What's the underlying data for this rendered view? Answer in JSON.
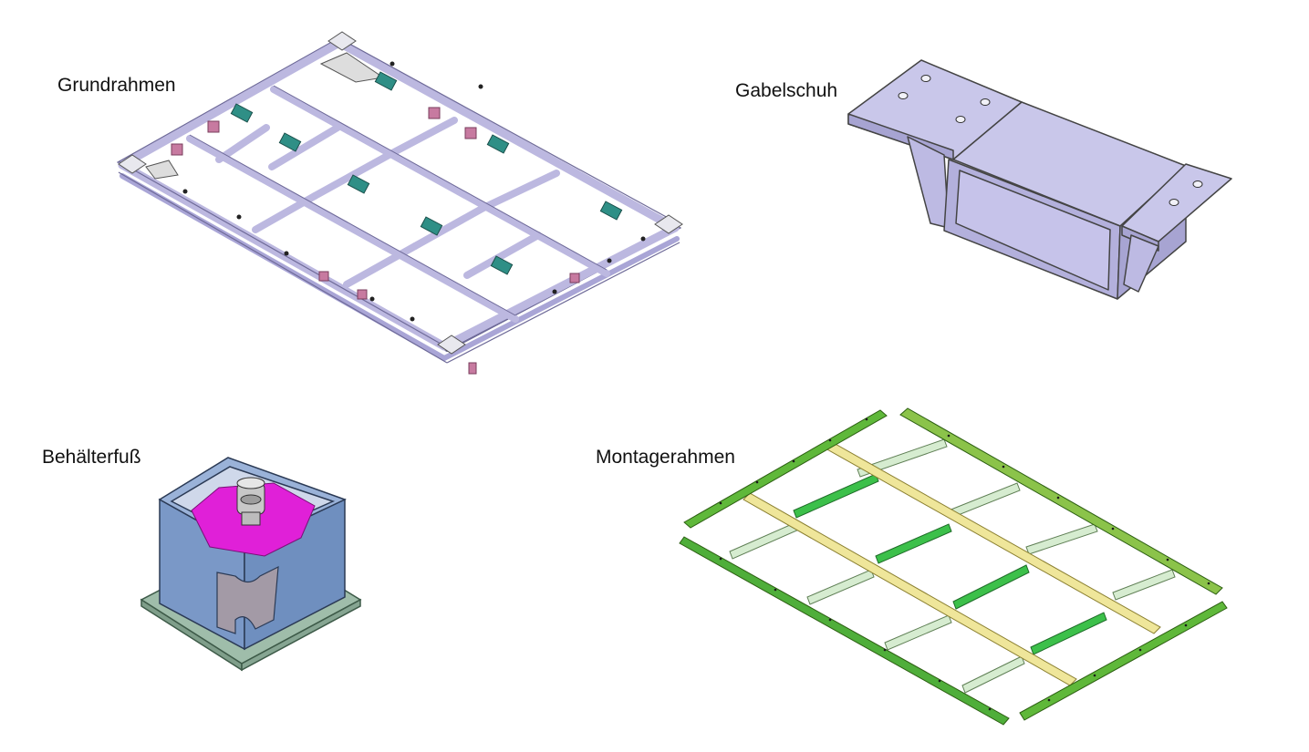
{
  "labels": {
    "grundrahmen": "Grundrahmen",
    "gabelschuh": "Gabelschuh",
    "behaelterfuss": "Behälterfuß",
    "montagerahmen": "Montagerahmen"
  },
  "colors": {
    "frame_steel": "#bcb8e0",
    "frame_edge": "#6e6a98",
    "clamp_teal": "#2f8f86",
    "bracket_pink": "#c77aa0",
    "gabel_face": "#c9c7ea",
    "gabel_dark": "#a7a4d2",
    "fuss_box": "#6f8fbf",
    "fuss_plate": "#9fbdaa",
    "fuss_pad": "#e020d8",
    "mont_green": "#3cc04a",
    "mont_olive": "#8bc34a",
    "mont_yellow": "#efe69a",
    "mont_pale": "#d6ecd0"
  }
}
